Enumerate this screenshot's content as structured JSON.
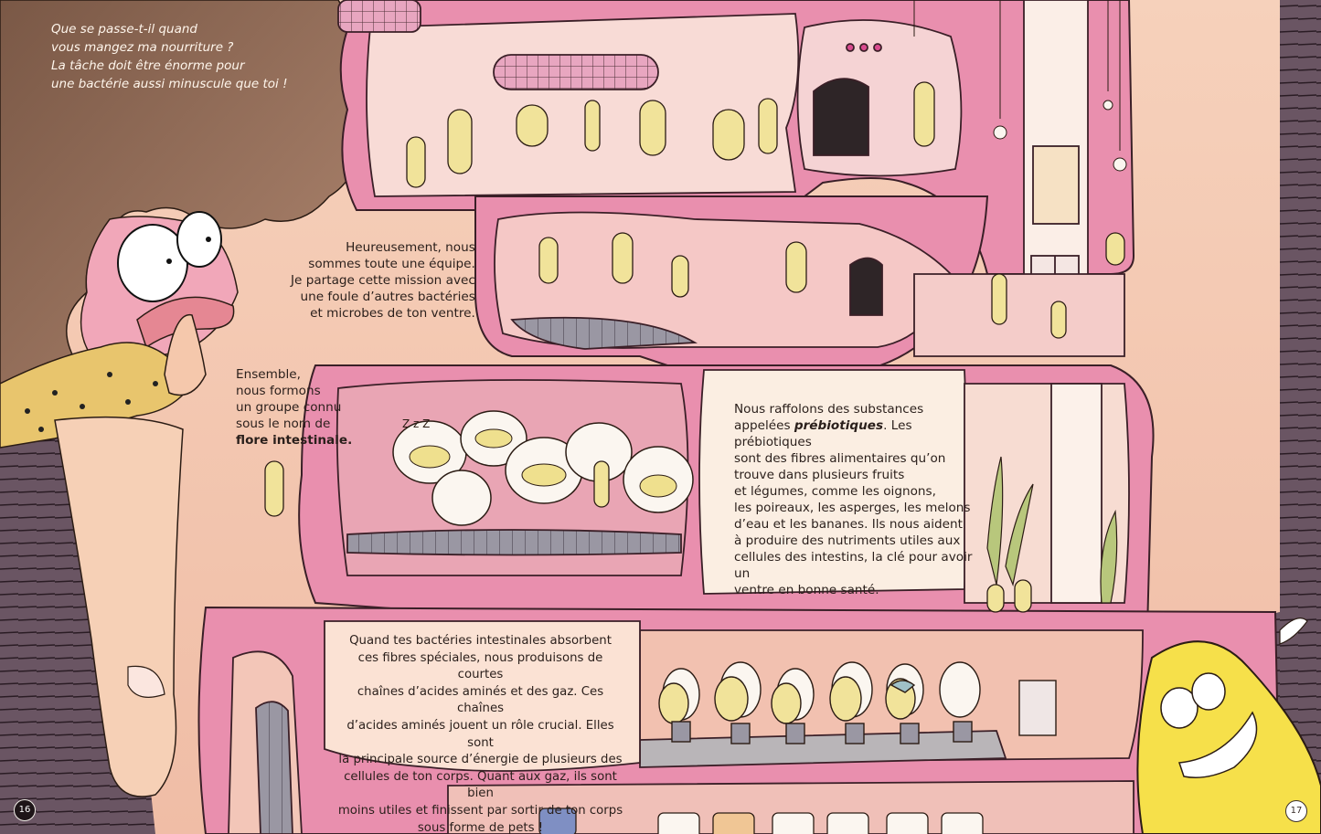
{
  "book_spread": {
    "pages": {
      "left_number": "16",
      "right_number": "17"
    },
    "texts": {
      "intro": {
        "lines": [
          "Que se passe-t-il quand",
          "vous mangez ma nourriture ?",
          "La tâche doit être énorme pour",
          "une bactérie aussi minuscule que toi !"
        ]
      },
      "team": {
        "lines": [
          "Heureusement, nous",
          "sommes toute une équipe.",
          "Je partage cette mission avec",
          "une foule d’autres bactéries",
          "et microbes de ton ventre."
        ]
      },
      "flore": {
        "lines": [
          "Ensemble,",
          "nous formons",
          "un groupe connu",
          "sous le nom de"
        ],
        "bold_term": "flore intestinale",
        "bold_suffix": "."
      },
      "prebiotics": {
        "line1": "Nous raffolons des substances",
        "line2_prefix": "appelées ",
        "line2_term": "prébiotiques",
        "line2_suffix": ". Les prébiotiques",
        "rest": [
          "sont des fibres alimentaires qu’on",
          "trouve dans plusieurs fruits",
          "et légumes, comme les oignons,",
          "les poireaux, les asperges, les melons",
          "d’eau et les bananes. Ils nous aident",
          "à produire des nutriments utiles aux",
          "cellules des intestins, la clé pour avoir un",
          "ventre en bonne santé."
        ]
      },
      "fibres": {
        "lines": [
          "Quand tes bactéries intestinales absorbent",
          "ces fibres spéciales, nous produisons de courtes",
          "chaînes d’acides aminés et des gaz. Ces chaînes",
          "d’acides aminés jouent un rôle crucial. Elles sont",
          "la principale source d’énergie de plusieurs des",
          "cellules de ton corps. Quant aux gaz, ils sont bien",
          "moins utiles et finissent par sortir de ton corps",
          "sous forme de pets !"
        ]
      }
    },
    "illustration": {
      "scenes": [
        "child-with-curly-hair-looking-in",
        "cafeteria-tube-with-bacteria",
        "oven-kitchen-room",
        "conveyor-belt-canteen",
        "elevator-shaft-with-lightbulbs",
        "sleeping-pod-dormitory",
        "plant-room-with-elevator",
        "spring-seat-breathing-station",
        "storage-jars-row",
        "smiling-yellow-bacterium"
      ],
      "sleep_text": "Z z Z"
    },
    "colors": {
      "background_skin": "#f3c9b3",
      "hair_brown": "#8a6650",
      "intestine_pink": "#e98fae",
      "room_interior": "#f7d3cd",
      "bacteria_yellow": "#f1e39a",
      "stripe_wall": "#5f4d5a",
      "big_bacterium": "#f6e04a",
      "text_dark": "#2a1f1b",
      "intro_text": "#fff6ec"
    }
  }
}
